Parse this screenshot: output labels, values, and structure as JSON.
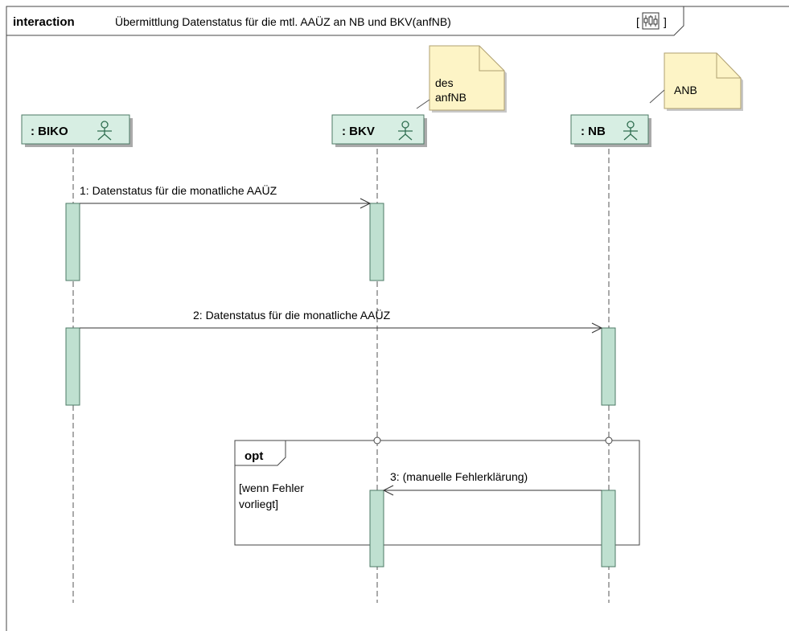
{
  "frame": {
    "keyword": "interaction",
    "title": "Übermittlung Datenstatus für die mtl. AAÜZ an NB und BKV(anfNB)",
    "bracket_open": "[",
    "bracket_close": "]"
  },
  "lifelines": [
    {
      "id": "biko",
      "name": ": BIKO",
      "icon": "actor-icon"
    },
    {
      "id": "bkv",
      "name": ": BKV",
      "icon": "actor-icon"
    },
    {
      "id": "nb",
      "name": ": NB",
      "icon": "actor-icon"
    }
  ],
  "notes": [
    {
      "id": "note-bkv",
      "lines": [
        "des",
        "anfNB"
      ],
      "attached_to": "bkv"
    },
    {
      "id": "note-nb",
      "lines": [
        "ANB"
      ],
      "attached_to": "nb"
    }
  ],
  "messages": [
    {
      "id": "m1",
      "label": "1: Datenstatus für die monatliche AAÜZ",
      "from": "biko",
      "to": "bkv"
    },
    {
      "id": "m2",
      "label": "2: Datenstatus für die monatliche AAÜZ",
      "from": "biko",
      "to": "nb"
    },
    {
      "id": "m3",
      "label": "3: (manuelle Fehlerklärung)",
      "from": "nb",
      "to": "bkv"
    }
  ],
  "fragment": {
    "operator": "opt",
    "guard_lines": [
      "[wenn Fehler",
      "vorliegt]"
    ]
  },
  "colors": {
    "lifeline_fill": "#d7eee3",
    "lifeline_stroke": "#4c7a66",
    "activation_fill": "#bfe0d0",
    "note_fill": "#fdf4c6",
    "note_stroke": "#b0a070",
    "frame_stroke": "#444444"
  }
}
